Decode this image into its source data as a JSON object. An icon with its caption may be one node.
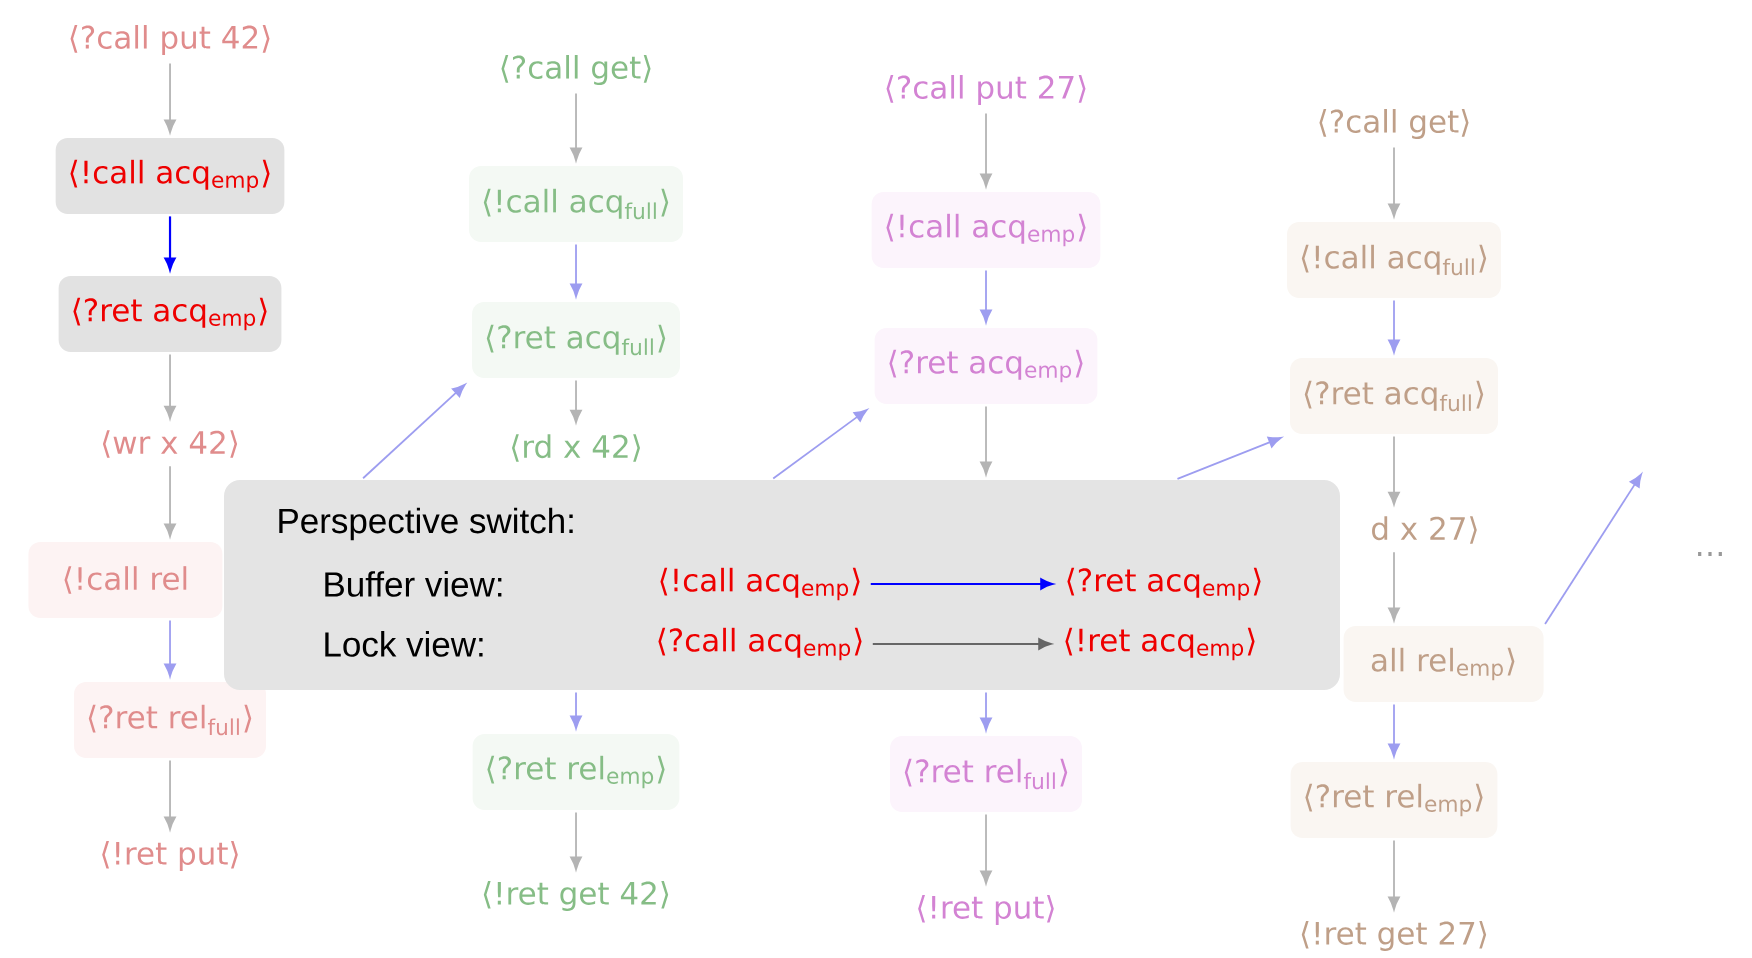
{
  "diagram": {
    "nodes": [
      {
        "text": [
          "⟨?call put 42⟩"
        ]
      },
      {
        "text": [
          "⟨!call acq$_{emp}$⟩"
        ]
      },
      {
        "text": [
          "⟨?ret acq$_{emp}$⟩"
        ]
      },
      {
        "text": [
          "⟨wr x 42⟩"
        ]
      },
      {
        "text": [
          "⟨!call rel"
        ]
      },
      {
        "text": [
          "⟨?ret rel$_{full}$⟩"
        ]
      },
      {
        "text": [
          "⟨!ret put⟩"
        ]
      },
      {
        "text": [
          "⟨?call get⟩"
        ]
      },
      {
        "text": [
          "⟨!call acq$_{full}$⟩"
        ]
      },
      {
        "text": [
          "⟨?ret acq$_{full}$⟩"
        ]
      },
      {
        "text": [
          "⟨rd x 42⟩"
        ]
      },
      {
        "text": [
          "⟨?ret rel$_{emp}$⟩"
        ]
      },
      {
        "text": [
          "⟨!ret get 42⟩"
        ]
      },
      {
        "text": [
          "⟨?call put 27⟩"
        ]
      },
      {
        "text": [
          "⟨!call acq$_{emp}$⟩"
        ]
      },
      {
        "text": [
          "⟨?ret acq$_{emp}$⟩"
        ]
      },
      {
        "text": [
          "⟨?ret rel$_{full}$⟩"
        ]
      },
      {
        "text": [
          "⟨!ret put⟩"
        ]
      },
      {
        "text": [
          "⟨?call get⟩"
        ]
      },
      {
        "text": [
          "⟨!call acq$_{full}$⟩"
        ]
      },
      {
        "text": [
          "⟨?ret acq$_{full}$⟩"
        ]
      },
      {
        "text": [
          "d x 27⟩"
        ]
      },
      {
        "text": [
          "all rel$_{emp}$⟩"
        ]
      },
      {
        "text": [
          "⟨?ret rel$_{emp}$⟩"
        ]
      },
      {
        "text": [
          "⟨!ret get 27⟩"
        ]
      },
      {
        "text": [
          "Perspective switch:",
          "Buffer view:",
          "Lock view:"
        ]
      },
      {
        "text": [
          "⟨!call acq$_{emp}$⟩"
        ],
        "in": 25
      },
      {
        "text": [
          "⟨?ret acq$_{emp}$⟩"
        ],
        "in": 25
      },
      {
        "text": [
          "⟨?call acq$_{emp}$⟩"
        ],
        "in": 25
      },
      {
        "text": [
          "⟨!ret acq$_{emp}$⟩"
        ],
        "in": 25
      }
    ],
    "edges": [
      {
        "from": 0,
        "to": 1,
        "arrow": "to"
      },
      {
        "from": 1,
        "to": 2,
        "arrow": "to",
        "color": "#0000ff"
      },
      {
        "from": 2,
        "to": 3,
        "arrow": "to"
      },
      {
        "from": 3,
        "to": 4,
        "arrow": "to"
      },
      {
        "from": 4,
        "to": 5,
        "arrow": "to",
        "color": "#9d9df0"
      },
      {
        "from": 5,
        "to": 6,
        "arrow": "to"
      },
      {
        "from": 7,
        "to": 8,
        "arrow": "to"
      },
      {
        "from": 8,
        "to": 9,
        "arrow": "to",
        "color": "#9d9df0"
      },
      {
        "from": 9,
        "to": 10,
        "arrow": "to"
      },
      {
        "from": 25,
        "to": 11,
        "arrow": "to",
        "color": "#9d9df0"
      },
      {
        "from": 11,
        "to": 12,
        "arrow": "to"
      },
      {
        "from": 13,
        "to": 14,
        "arrow": "to"
      },
      {
        "from": 14,
        "to": 15,
        "arrow": "to",
        "color": "#9d9df0"
      },
      {
        "from": 15,
        "to": 25,
        "arrow": "to"
      },
      {
        "from": 25,
        "to": 16,
        "arrow": "to",
        "color": "#9d9df0"
      },
      {
        "from": 16,
        "to": 17,
        "arrow": "to"
      },
      {
        "from": 18,
        "to": 19,
        "arrow": "to"
      },
      {
        "from": 19,
        "to": 20,
        "arrow": "to",
        "color": "#9d9df0"
      },
      {
        "from": 20,
        "to": 21,
        "arrow": "to"
      },
      {
        "from": 21,
        "to": 22,
        "arrow": "to"
      },
      {
        "from": 22,
        "to": 23,
        "arrow": "to",
        "color": "#9d9df0"
      },
      {
        "from": 23,
        "to": 24,
        "arrow": "to"
      },
      {
        "from": 25,
        "to": 9,
        "arrow": "to",
        "color": "#9d9df0"
      },
      {
        "from": 25,
        "to": 15,
        "arrow": "to",
        "color": "#9d9df0"
      },
      {
        "from": 25,
        "to": 20,
        "arrow": "to",
        "color": "#9d9df0"
      },
      {
        "from": 22,
        "to": null,
        "arrow": "to",
        "color": "#9d9df0"
      },
      {
        "from": 26,
        "to": 27,
        "arrow": "to",
        "color": "#0000ff"
      },
      {
        "from": 28,
        "to": 29,
        "arrow": "to",
        "color": "#666666"
      }
    ],
    "labels": [
      "…"
    ]
  }
}
